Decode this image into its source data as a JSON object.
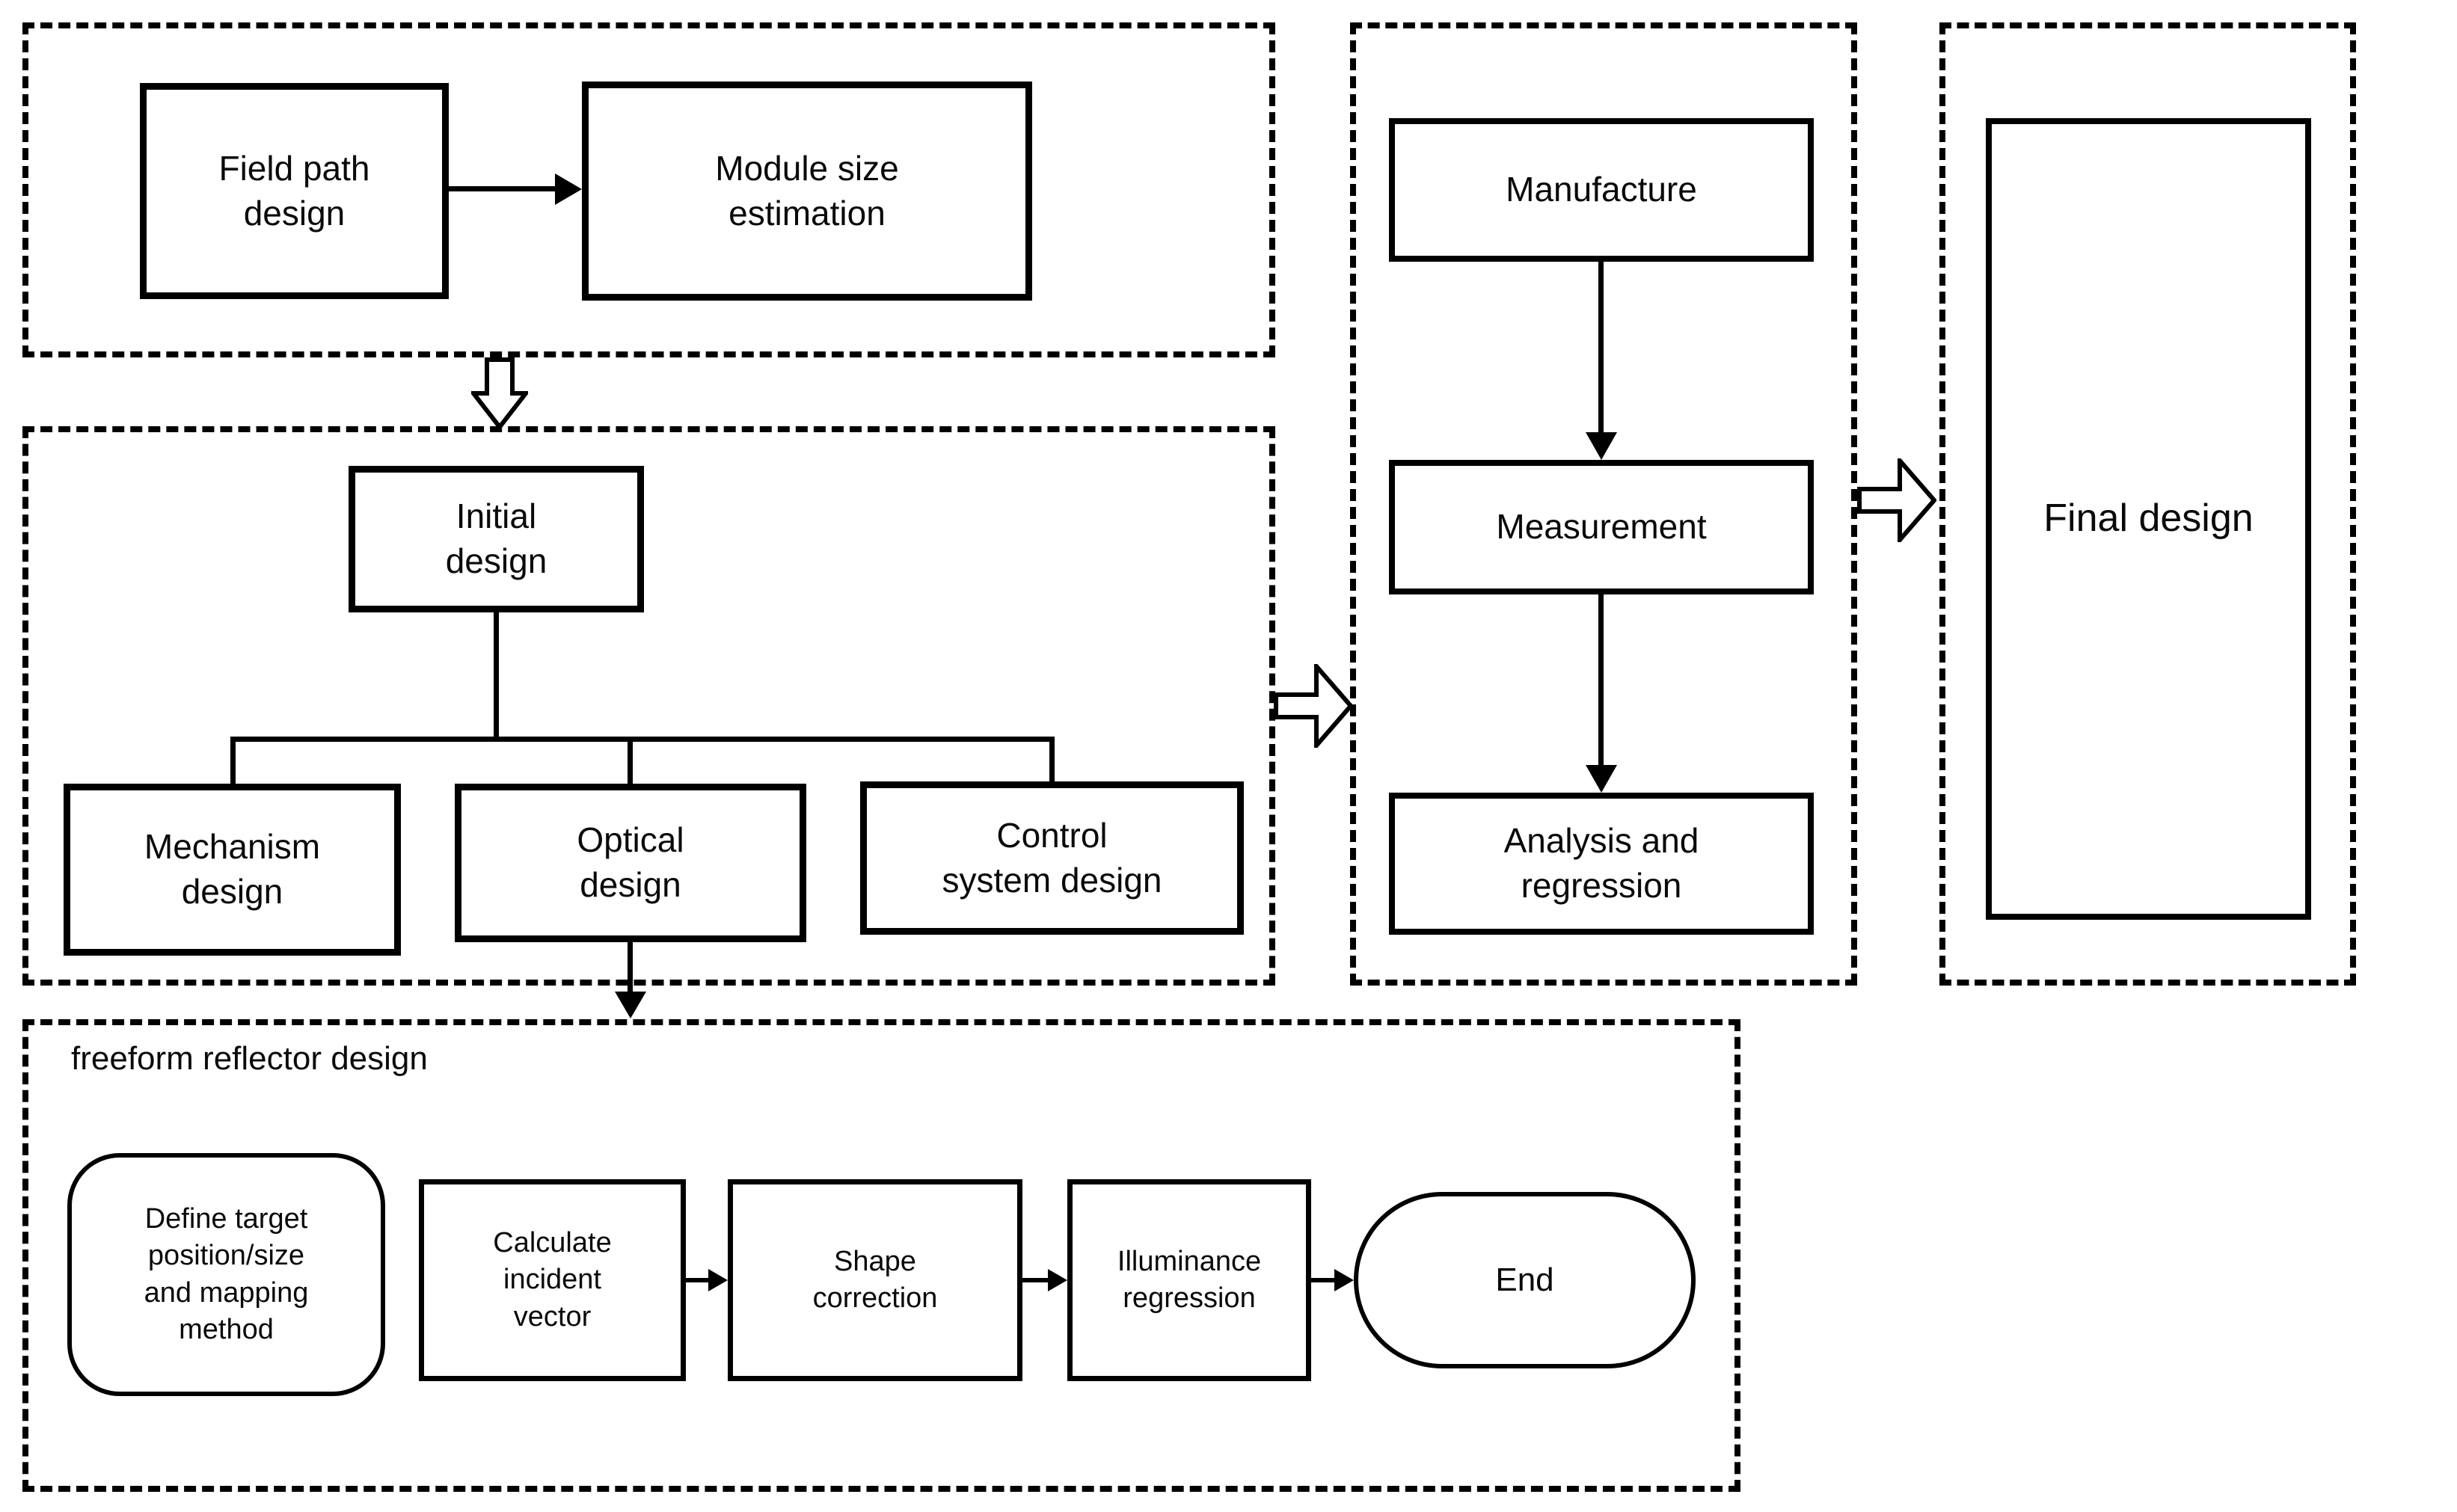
{
  "colors": {
    "background": "#ffffff",
    "stroke": "#000000",
    "text": "#0a0a0a"
  },
  "nodes": {
    "field_path": "Field path\ndesign",
    "module_size": "Module size\nestimation",
    "initial": "Initial\ndesign",
    "mechanism": "Mechanism\ndesign",
    "optical": "Optical\ndesign",
    "control": "Control\nsystem design",
    "manufacture": "Manufacture",
    "measurement": "Measurement",
    "analysis": "Analysis and\nregression",
    "final": "Final design",
    "define": "Define target\nposition/size\nand mapping\nmethod",
    "calculate": "Calculate\nincident\nvector",
    "shape": "Shape\ncorrection",
    "illuminance": "Illuminance\nregression",
    "end": "End"
  },
  "groups": {
    "freeform_label": "freeform reflector design"
  },
  "edges": [
    {
      "from": "Field path design",
      "to": "Module size estimation",
      "type": "solid-arrow"
    },
    {
      "from": "field planning group",
      "to": "initial design group",
      "type": "hollow-block-arrow-down"
    },
    {
      "from": "Initial design",
      "to": "Mechanism design",
      "type": "tree-line"
    },
    {
      "from": "Initial design",
      "to": "Optical design",
      "type": "tree-line"
    },
    {
      "from": "Initial design",
      "to": "Control system design",
      "type": "tree-line"
    },
    {
      "from": "Optical design",
      "to": "freeform reflector design group",
      "type": "solid-arrow"
    },
    {
      "from": "initial design group",
      "to": "manufacture group",
      "type": "hollow-block-arrow-right"
    },
    {
      "from": "Manufacture",
      "to": "Measurement",
      "type": "solid-arrow"
    },
    {
      "from": "Measurement",
      "to": "Analysis and regression",
      "type": "solid-arrow"
    },
    {
      "from": "manufacture group",
      "to": "final design group",
      "type": "hollow-block-arrow-right"
    },
    {
      "from": "Calculate incident vector",
      "to": "Shape correction",
      "type": "solid-arrow"
    },
    {
      "from": "Shape correction",
      "to": "Illuminance regression",
      "type": "solid-arrow"
    },
    {
      "from": "Illuminance regression",
      "to": "End",
      "type": "solid-arrow"
    }
  ]
}
